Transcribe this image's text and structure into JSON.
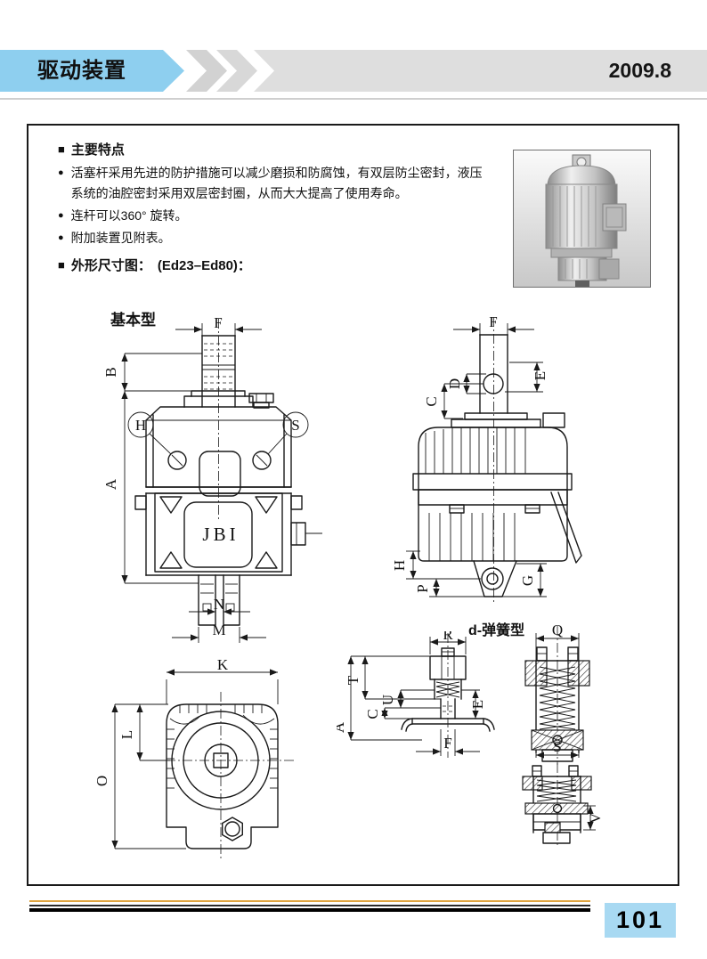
{
  "ui": {
    "square_marker": "■",
    "bullet_marker": "●"
  },
  "header": {
    "title": "驱动装置",
    "date": "2009.8"
  },
  "features": {
    "heading": "主要特点",
    "bullets": [
      "活塞杆采用先进的防护措施可以减少磨损和防腐蚀，有双层防尘密封，液压系统的油腔密封采用双层密封圈，从而大大提高了使用寿命。",
      "连杆可以360° 旋转。",
      "附加装置见附表。"
    ]
  },
  "dim_section": {
    "heading": "外形尺寸图：",
    "model_range": "(Ed23–Ed80)："
  },
  "drawings": {
    "basic_type_label": "基本型",
    "spring_type_label": "d-弹簧型",
    "nameplate": "JBI",
    "dims": {
      "A": "A",
      "B": "B",
      "C": "C",
      "D": "D",
      "E": "E",
      "F": "F",
      "G": "G",
      "H": "H",
      "K": "K",
      "L": "L",
      "M": "M",
      "N": "N",
      "O": "O",
      "P": "P",
      "Q": "Q",
      "R": "R",
      "S": "S",
      "T": "T",
      "U": "U",
      "V": "V"
    }
  },
  "footer": {
    "page_number": "101"
  },
  "colors": {
    "header_blue": "#8ECFEF",
    "header_gray": "#DEDEDE",
    "page_number_blue": "#A8D9F2",
    "footer_gold": "#DFA440",
    "line_black": "#1A1A1A"
  }
}
